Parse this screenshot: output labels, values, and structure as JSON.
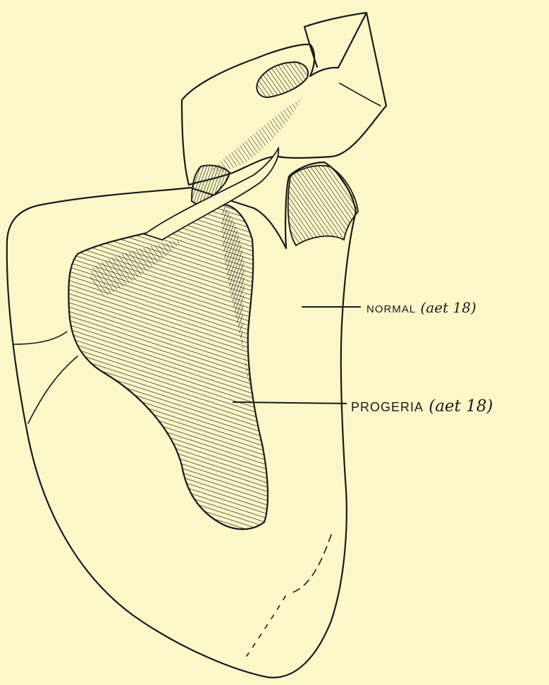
{
  "labels": {
    "normal": {
      "name": "NORMAL",
      "detail": "(aet 18)"
    },
    "progeria": {
      "name": "PROGERIA",
      "detail": "(aet 18)"
    }
  },
  "colors": {
    "paper": "#fbf7c9",
    "ink": "#1a1a14"
  }
}
